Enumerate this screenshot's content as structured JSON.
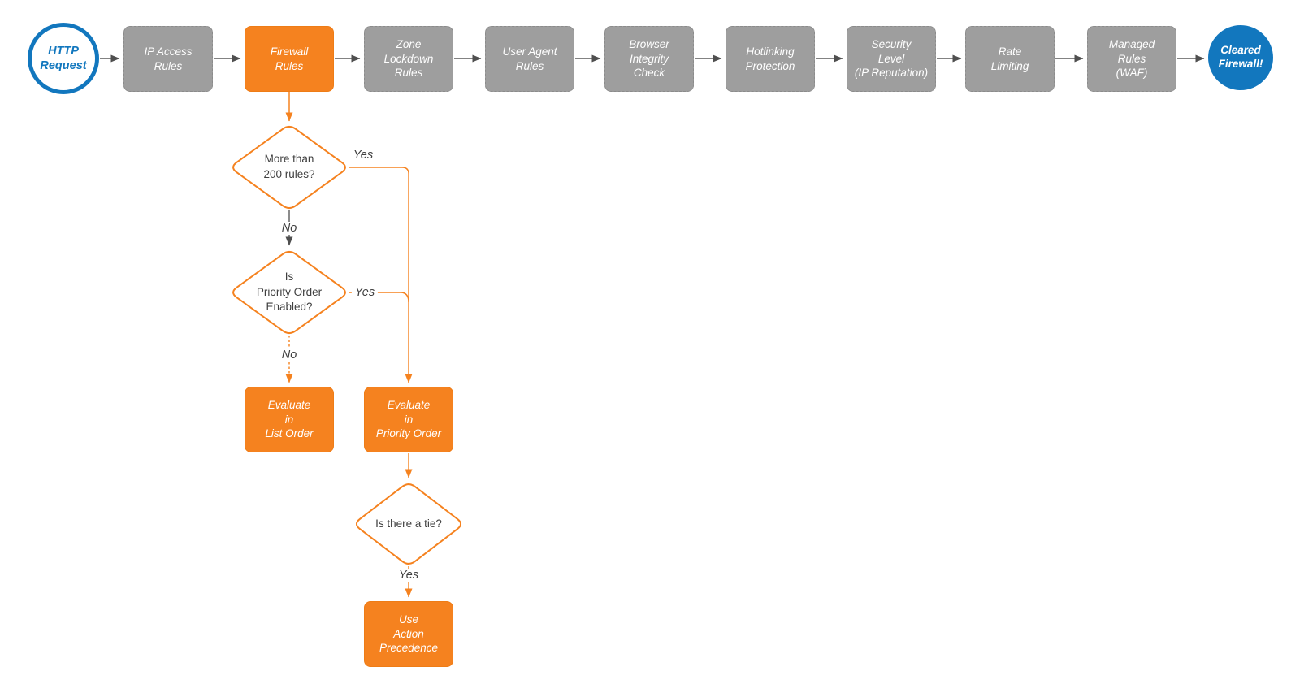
{
  "colors": {
    "orange": "#F5821F",
    "gray_node": "#9E9E9E",
    "blue": "#1277BE",
    "line_gray": "#5A5A5A",
    "arrowhead_gray": "#4F4F4F",
    "text_dark": "#3F3F3F",
    "node_text": "#FFFFFF"
  },
  "flow": {
    "start_label": "HTTP\nRequest",
    "steps": [
      {
        "label": "IP Access\nRules"
      },
      {
        "label": "Firewall\nRules"
      },
      {
        "label": "Zone\nLockdown\nRules"
      },
      {
        "label": "User Agent\nRules"
      },
      {
        "label": "Browser\nIntegrity\nCheck"
      },
      {
        "label": "Hotlinking\nProtection"
      },
      {
        "label": "Security\nLevel\n(IP Reputation)"
      },
      {
        "label": "Rate\nLimiting"
      },
      {
        "label": "Managed\nRules\n(WAF)"
      }
    ],
    "end_label": "Cleared\nFirewall!"
  },
  "branch": {
    "decision_more_rules": "More than\n200 rules?",
    "decision_priority_enabled": "Is\nPriority Order\nEnabled?",
    "decision_tie": "Is there a tie?",
    "action_list_order": "Evaluate\nin\nList Order",
    "action_priority_order": "Evaluate\nin\nPriority Order",
    "action_precedence": "Use\nAction\nPrecedence",
    "labels": {
      "yes_more_rules": "Yes",
      "no_more_rules": "No",
      "yes_priority": "Yes",
      "no_priority": "No",
      "yes_tie": "Yes"
    }
  }
}
